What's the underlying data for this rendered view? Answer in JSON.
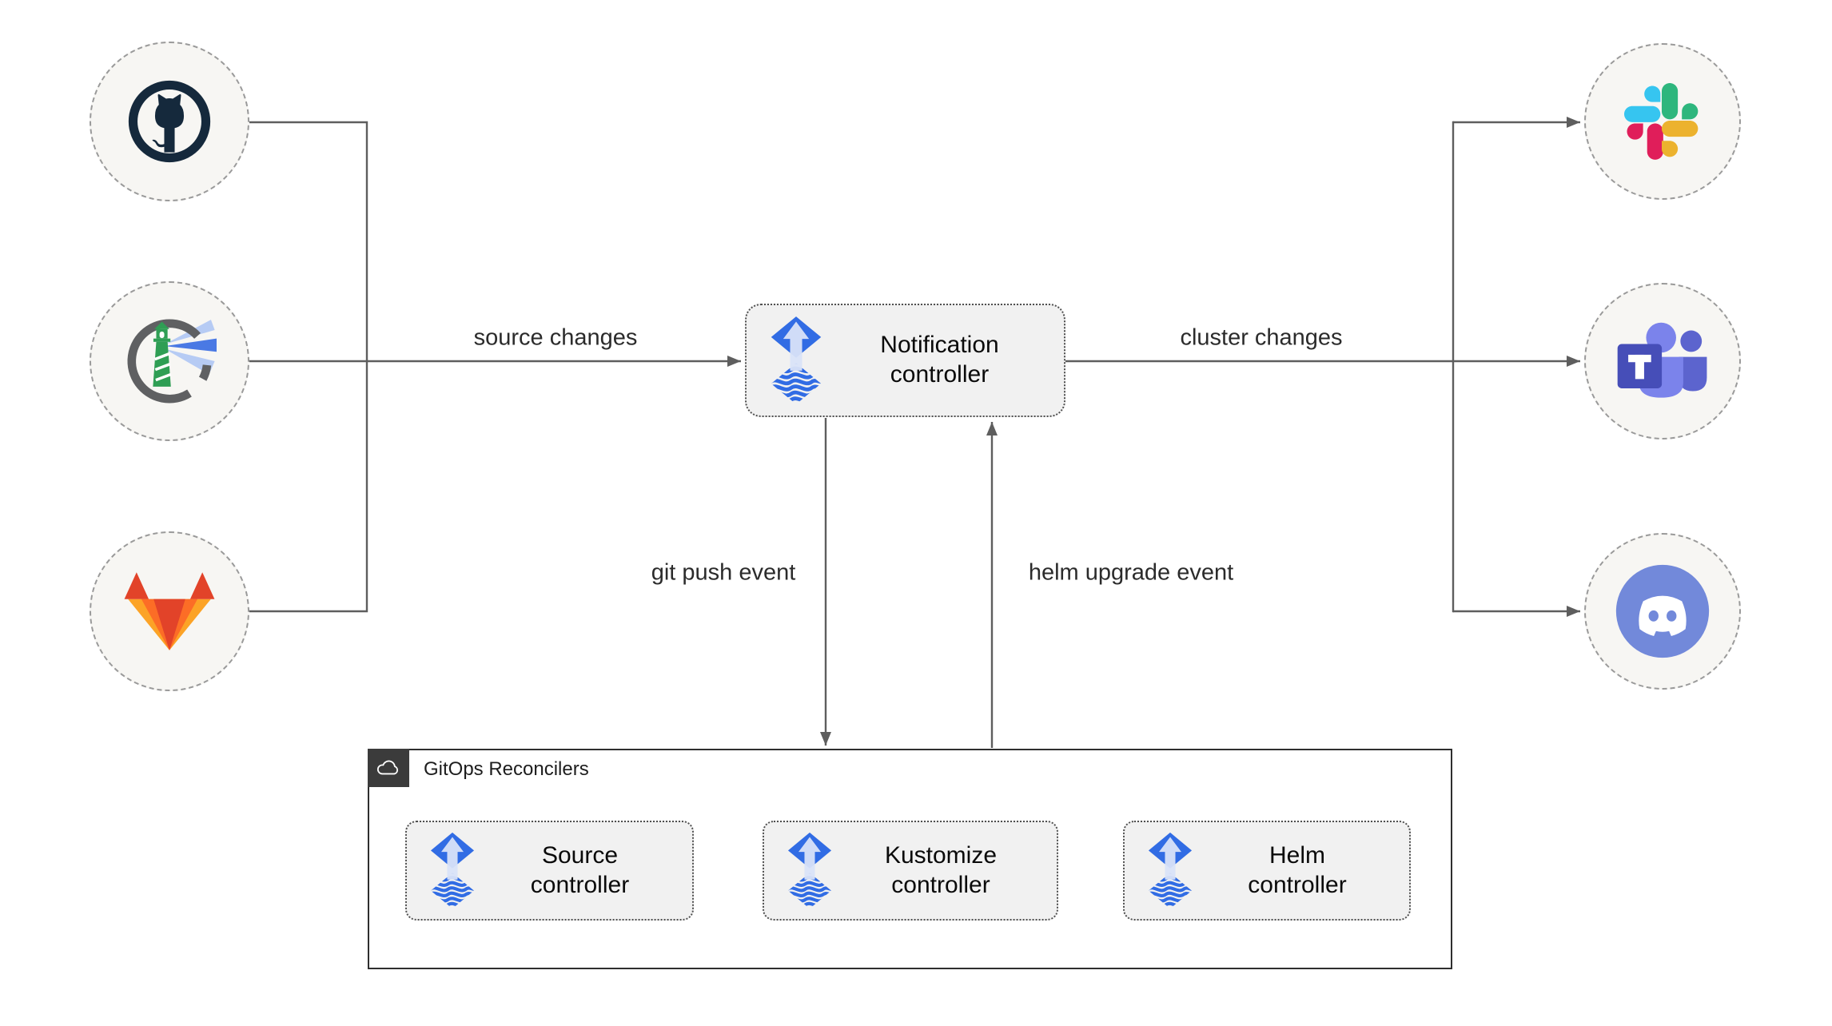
{
  "labels": {
    "source_changes": "source changes",
    "cluster_changes": "cluster changes",
    "git_push_event": "git push event",
    "helm_upgrade_event": "helm upgrade event"
  },
  "cards": {
    "notification": "Notification controller",
    "source": "Source controller",
    "kustomize": "Kustomize controller",
    "helm": "Helm controller",
    "card_icon": "flux-icon"
  },
  "group": {
    "title": "GitOps Reconcilers",
    "badge_icon": "cloud-icon"
  },
  "nodes": {
    "left": [
      {
        "icon": "github-icon"
      },
      {
        "icon": "harbor-icon"
      },
      {
        "icon": "gitlab-icon"
      }
    ],
    "right": [
      {
        "icon": "slack-icon"
      },
      {
        "icon": "teams-icon"
      },
      {
        "icon": "discord-icon"
      }
    ]
  },
  "colors": {
    "flux_blue": "#316ce4",
    "line": "#5e5e5e",
    "card_fill": "#f1f1f1",
    "node_fill": "#f7f6f3",
    "github": "#15293c",
    "harbor_green": "#2f9e54",
    "gitlab_red": "#e24329",
    "gitlab_orange": "#fc6d26",
    "gitlab_yellow": "#fca326",
    "slack_blue": "#36c5f0",
    "slack_green": "#2eb67d",
    "slack_yellow": "#ecb22e",
    "slack_pink": "#e01e5a",
    "teams_indigo": "#464eb8",
    "discord_blurple": "#7289da"
  }
}
